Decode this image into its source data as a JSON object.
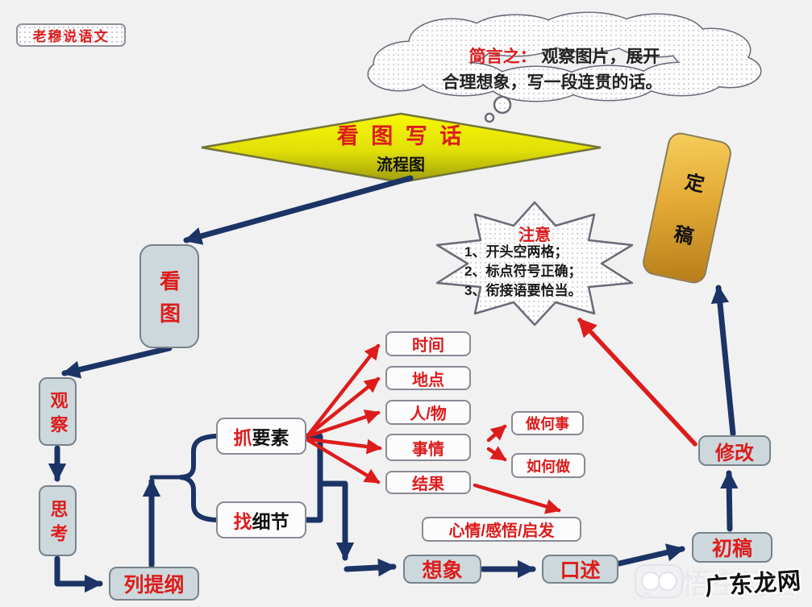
{
  "badge": {
    "label": "老穆说语文"
  },
  "cloud": {
    "lead": "简言之：",
    "line1": "观察图片，展开",
    "line2": "合理想象，写一段连贯的话。"
  },
  "diamond": {
    "title": "看 图 写 话",
    "subtitle": "流程图"
  },
  "star": {
    "title": "注意",
    "items": [
      "1、开头空两格；",
      "2、标点符号正确；",
      "3、衔接语要恰当。"
    ]
  },
  "nodes": {
    "kantu": "看图",
    "guancha": "观察",
    "sikao": "思考",
    "lietigang": "列提纲",
    "zhua": "抓",
    "yaosu": "要素",
    "zhao": "找",
    "xijie": "细节",
    "elements": [
      "时间",
      "地点",
      "人/物",
      "事情",
      "结果"
    ],
    "shiqing_children": [
      "做何事",
      "如何做"
    ],
    "jieguo_child": "心情/感悟/启发",
    "xiangxiang": "想象",
    "koushu": "口述",
    "chugao": "初稿",
    "xiugai": "修改",
    "dinggao": "定稿"
  },
  "watermark": {
    "ghost": "悟空问答",
    "label": "广东龙网"
  },
  "colors": {
    "background": "#f1f1f2",
    "navy_arrow": "#1b3465",
    "red_accent": "#dd1c1c",
    "diamond_top": "#f6f600",
    "diamond_bottom": "#a2a20a",
    "gold_box": "#d9a62e",
    "node_fill": "#ccd8dc"
  }
}
